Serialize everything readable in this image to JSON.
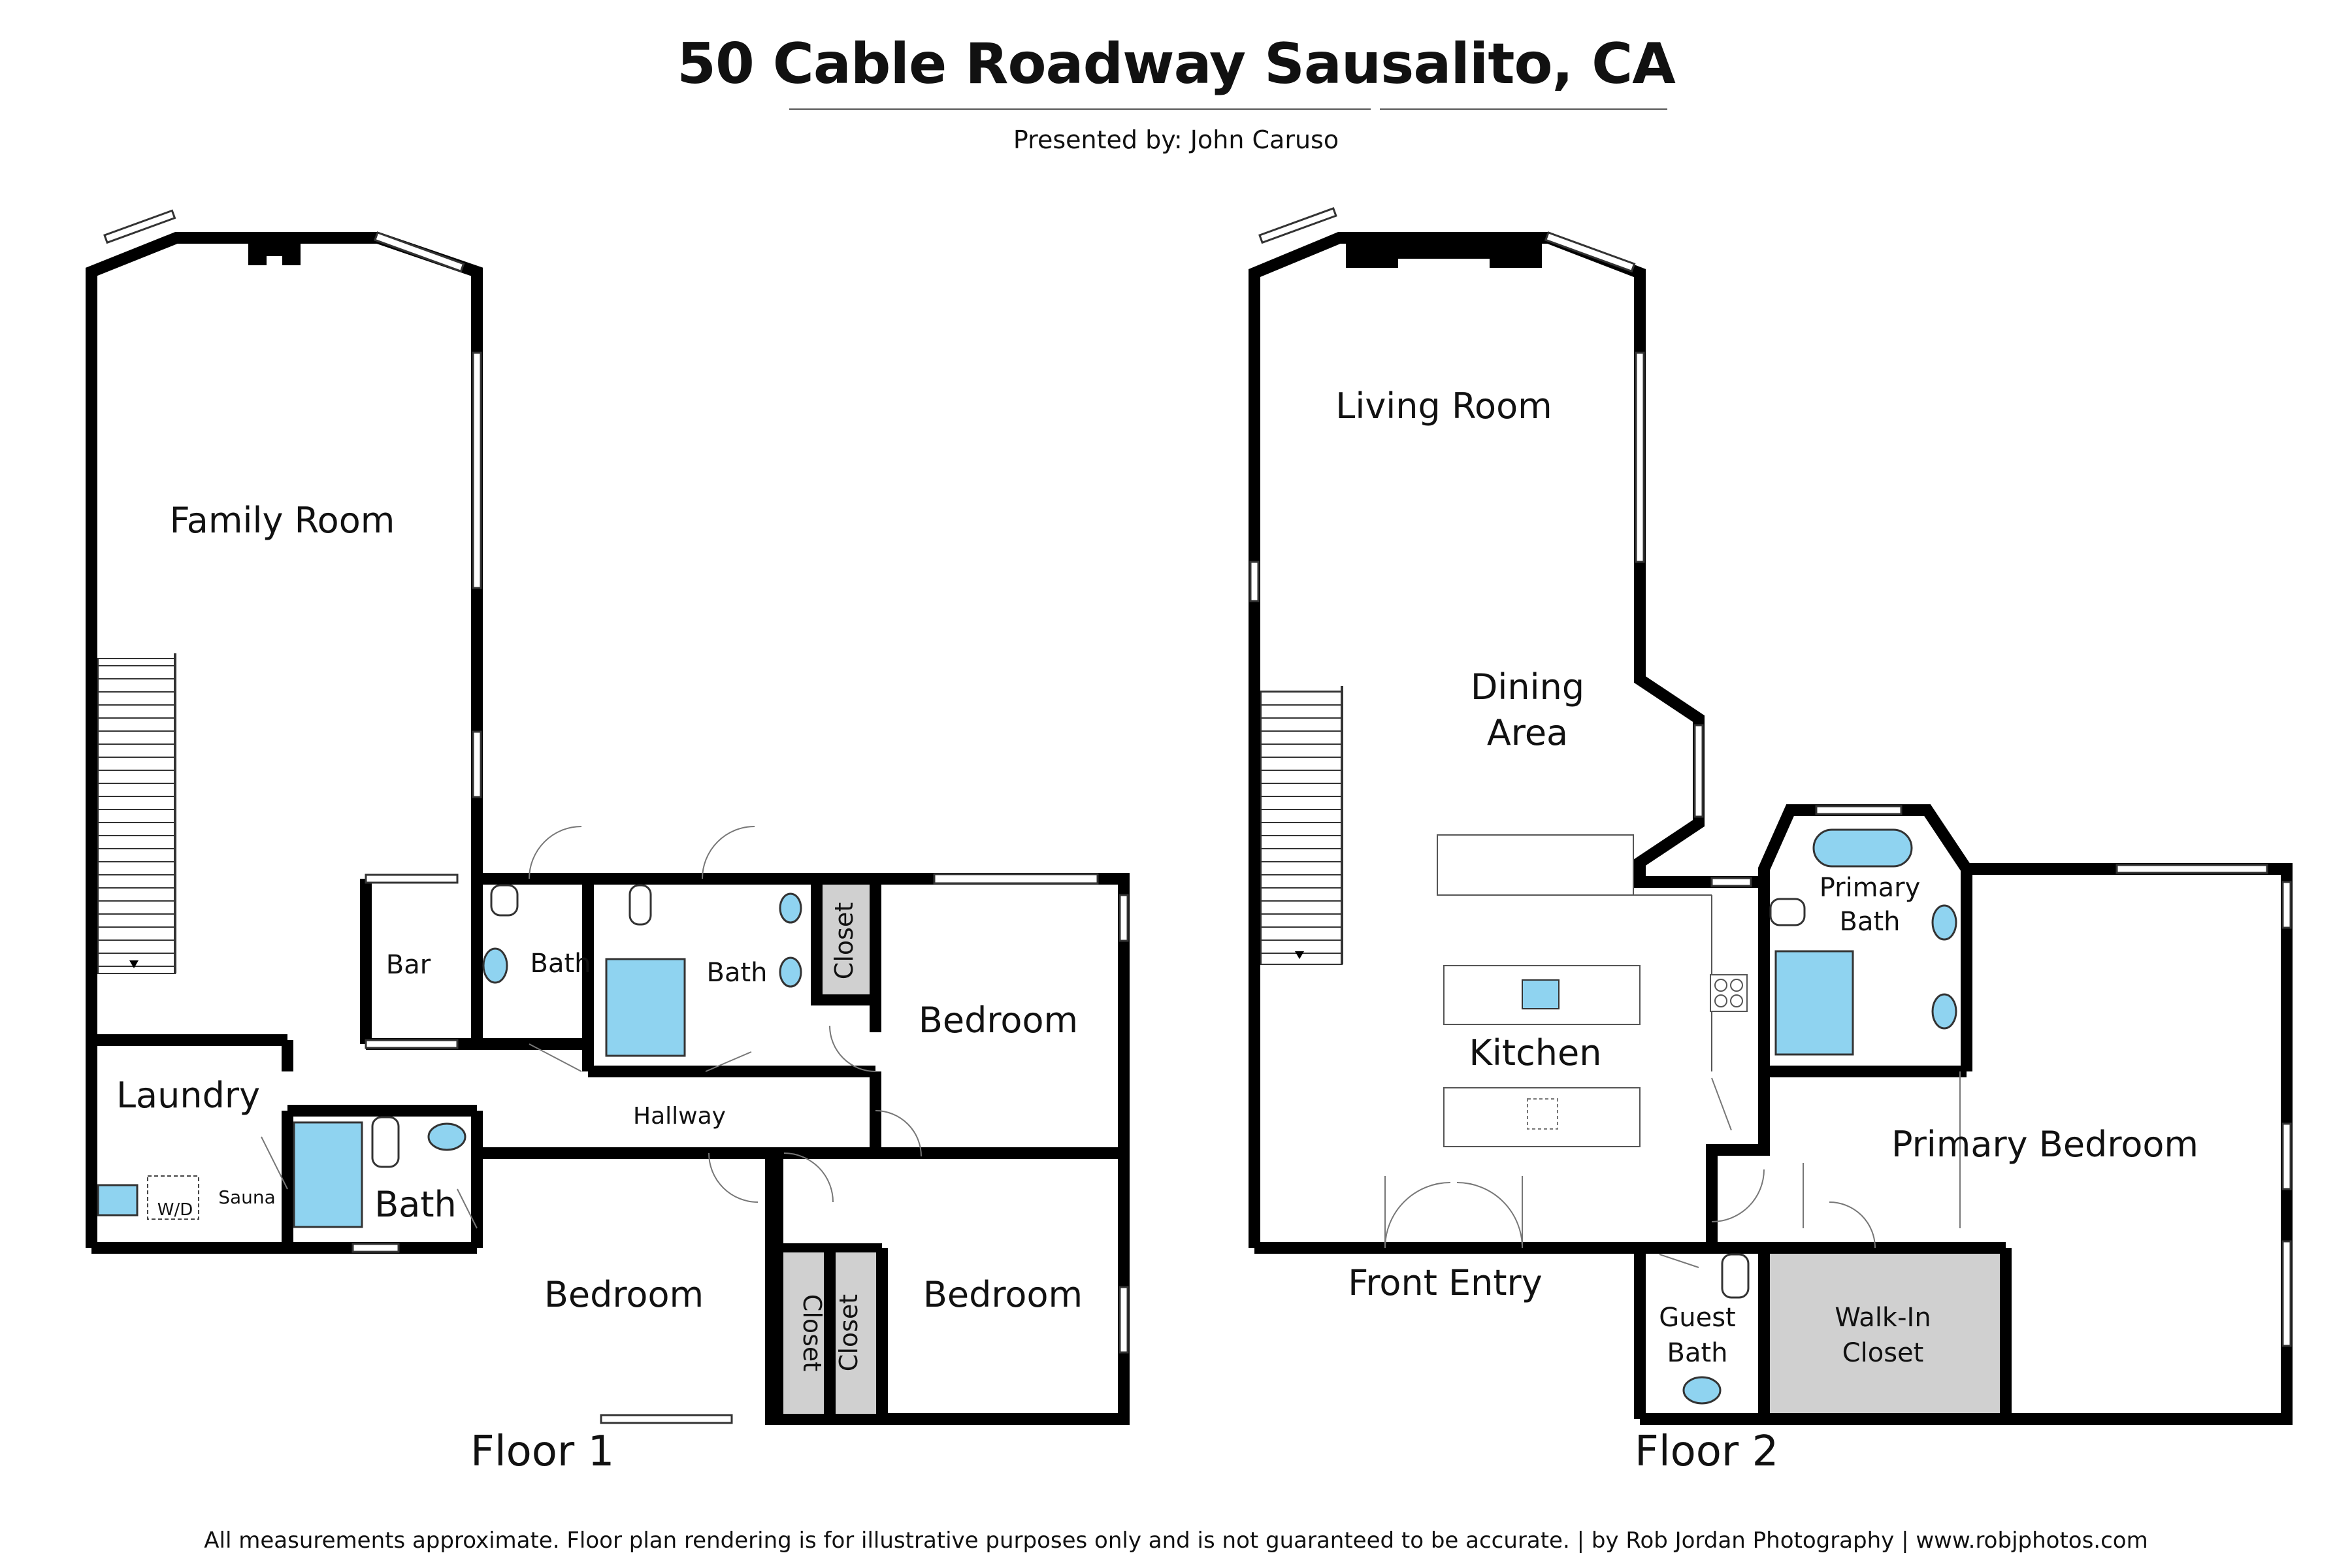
{
  "header": {
    "title": "50 Cable Roadway Sausalito, CA",
    "presenter": "Presented by: John Caruso"
  },
  "floor1": {
    "label": "Floor 1",
    "rooms": {
      "family_room": "Family Room",
      "bar": "Bar",
      "bath_a": "Bath",
      "bath_b": "Bath",
      "closet_top": "Closet",
      "bedroom_ne": "Bedroom",
      "laundry": "Laundry",
      "hallway": "Hallway",
      "wd": "W/D",
      "sauna": "Sauna",
      "bath_c": "Bath",
      "bedroom_s": "Bedroom",
      "closet_left": "Closet",
      "closet_right": "Closet",
      "bedroom_se": "Bedroom"
    }
  },
  "floor2": {
    "label": "Floor 2",
    "rooms": {
      "living_room": "Living Room",
      "dining_line1": "Dining",
      "dining_line2": "Area",
      "kitchen": "Kitchen",
      "front_entry": "Front Entry",
      "primary_bath_line1": "Primary",
      "primary_bath_line2": "Bath",
      "primary_bedroom": "Primary Bedroom",
      "guest_bath_line1": "Guest",
      "guest_bath_line2": "Bath",
      "walkin_line1": "Walk-In",
      "walkin_line2": "Closet"
    }
  },
  "footer": {
    "disclaimer": "All measurements approximate. Floor plan rendering is for illustrative purposes only and is not guaranteed to be accurate. | by Rob Jordan Photography | www.robjphotos.com"
  },
  "colors": {
    "wall": "#000000",
    "fixture_fill": "#8fd3f0",
    "closet_fill": "#d0d0d0",
    "window": "#ffffff"
  }
}
